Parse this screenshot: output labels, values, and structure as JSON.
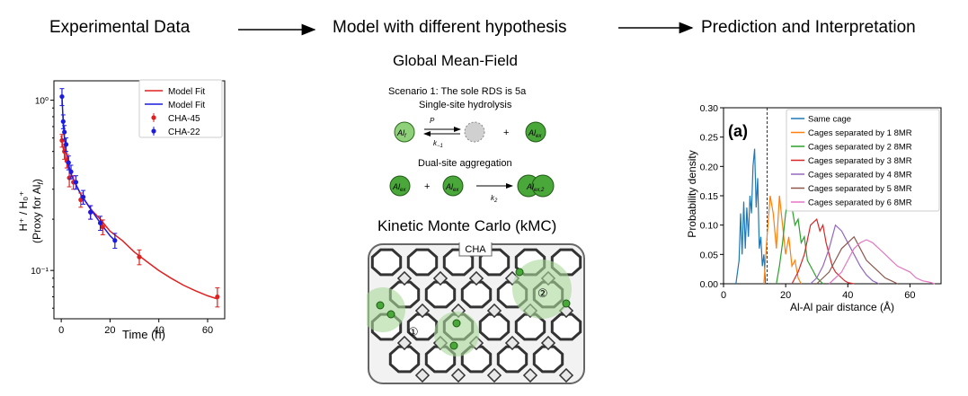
{
  "headings": {
    "experimental": "Experimental Data",
    "model": "Model with different hypothesis",
    "prediction": "Prediction and Interpretation"
  },
  "middle": {
    "mean_field_title": "Global Mean-Field",
    "scenario": "Scenario 1: The sole RDS is 5a",
    "single_site": "Single-site hydrolysis",
    "dual_site": "Dual-site aggregation",
    "kmc_title": "Kinetic Monte Carlo (kMC)",
    "cha_label": "CHA",
    "site1": "①",
    "site2": "②",
    "al_f": "Al",
    "al_f_sub": "f",
    "al_ex": "Al",
    "al_ex_sub": "ex",
    "al_ex2_sub": "ex,2",
    "plus": "+",
    "k1_label": "P",
    "k_minus1": "k",
    "k2": "k"
  },
  "chart_data": [
    {
      "type": "scatter",
      "title": "",
      "xlabel": "Time (h)",
      "ylabel": "H⁺ / H₀⁺",
      "ylabel2": "(Proxy for Al",
      "ylabel2_sub": "f",
      "ylabel2_end": ")",
      "yscale": "log",
      "xlim": [
        -3,
        67
      ],
      "ylim": [
        0.052,
        1.3
      ],
      "xticks": [
        0,
        20,
        40,
        60
      ],
      "yticks": [
        {
          "value": 1,
          "label": "10⁰"
        },
        {
          "value": 0.1,
          "label": "10⁻¹"
        }
      ],
      "legend_position": "top-right",
      "legend": [
        "Model Fit",
        "Model Fit",
        "CHA-45",
        "CHA-22"
      ],
      "colors": {
        "red": "#e02020",
        "blue": "#1a1ae0"
      },
      "series": [
        {
          "name": "Model Fit",
          "kind": "line",
          "color": "#e02020",
          "x": [
            0,
            1,
            2,
            3,
            4,
            6,
            8,
            12,
            16,
            20,
            25,
            30,
            35,
            40,
            45,
            50,
            55,
            60,
            64
          ],
          "y": [
            0.62,
            0.5,
            0.44,
            0.4,
            0.37,
            0.32,
            0.28,
            0.23,
            0.2,
            0.17,
            0.15,
            0.128,
            0.113,
            0.1,
            0.09,
            0.082,
            0.076,
            0.071,
            0.068
          ]
        },
        {
          "name": "Model Fit",
          "kind": "line",
          "color": "#1a1ae0",
          "x": [
            0.3,
            0.7,
            1.2,
            2,
            3,
            4,
            6,
            8,
            12,
            16,
            20,
            22
          ],
          "y": [
            1.05,
            0.8,
            0.62,
            0.5,
            0.42,
            0.37,
            0.32,
            0.28,
            0.23,
            0.19,
            0.16,
            0.15
          ]
        },
        {
          "name": "CHA-45",
          "kind": "points",
          "color": "#e02020",
          "x": [
            0.3,
            1.3,
            2.3,
            3.3,
            5,
            8,
            12,
            17,
            32,
            64
          ],
          "y": [
            0.58,
            0.5,
            0.44,
            0.35,
            0.33,
            0.26,
            0.22,
            0.18,
            0.12,
            0.07
          ],
          "err": [
            0.05,
            0.05,
            0.04,
            0.04,
            0.03,
            0.025,
            0.02,
            0.018,
            0.012,
            0.009
          ]
        },
        {
          "name": "CHA-22",
          "kind": "points",
          "color": "#1a1ae0",
          "x": [
            0.3,
            0.8,
            1.3,
            2,
            3,
            4,
            6,
            9,
            12,
            16,
            22
          ],
          "y": [
            1.05,
            0.75,
            0.65,
            0.55,
            0.43,
            0.38,
            0.33,
            0.27,
            0.22,
            0.19,
            0.15
          ],
          "err": [
            0.12,
            0.07,
            0.06,
            0.05,
            0.04,
            0.035,
            0.03,
            0.025,
            0.02,
            0.018,
            0.015
          ]
        }
      ]
    },
    {
      "type": "line",
      "title": "(a)",
      "xlabel": "Al-Al pair distance (Å)",
      "ylabel": "Probability density",
      "xlim": [
        0,
        70
      ],
      "ylim": [
        0,
        0.3
      ],
      "xticks": [
        0,
        20,
        40,
        60
      ],
      "yticks": [
        0,
        0.05,
        0.1,
        0.15,
        0.2,
        0.25,
        0.3
      ],
      "ytick_labels": [
        "0.00",
        "0.05",
        "0.10",
        "0.15",
        "0.20",
        "0.25",
        "0.30"
      ],
      "vline_x": 14,
      "legend_position": "top-right",
      "series": [
        {
          "name": "Same cage",
          "color": "#1f77b4",
          "x": [
            4,
            5,
            5.5,
            6,
            6.5,
            7,
            7.5,
            8,
            8.5,
            9,
            9.5,
            10,
            10.5,
            11,
            11.5,
            12,
            12.5,
            13,
            13.5
          ],
          "y": [
            0,
            0.04,
            0.12,
            0.05,
            0.14,
            0.06,
            0.13,
            0.08,
            0.15,
            0.12,
            0.2,
            0.23,
            0.13,
            0.18,
            0.06,
            0.08,
            0.03,
            0.05,
            0
          ]
        },
        {
          "name": "Cages separated by 1 8MR",
          "color": "#ff7f0e",
          "x": [
            13,
            14,
            15,
            16,
            17,
            18,
            19,
            20,
            21,
            22,
            23,
            24,
            25
          ],
          "y": [
            0,
            0.08,
            0.15,
            0.12,
            0.06,
            0.15,
            0.1,
            0.05,
            0.08,
            0.03,
            0.04,
            0.01,
            0
          ]
        },
        {
          "name": "Cages separated by 2 8MR",
          "color": "#2ca02c",
          "x": [
            17,
            18,
            19,
            20,
            21,
            22,
            23,
            24,
            25,
            26,
            27,
            28,
            29,
            30,
            31,
            32
          ],
          "y": [
            0,
            0.03,
            0.07,
            0.12,
            0.15,
            0.13,
            0.1,
            0.11,
            0.07,
            0.08,
            0.04,
            0.03,
            0.02,
            0.01,
            0.005,
            0
          ]
        },
        {
          "name": "Cages separated by 3 8MR",
          "color": "#d62728",
          "x": [
            22,
            24,
            26,
            28,
            30,
            31,
            32,
            33,
            34,
            35,
            36,
            37,
            38,
            39,
            40,
            42
          ],
          "y": [
            0,
            0.02,
            0.05,
            0.1,
            0.11,
            0.09,
            0.1,
            0.07,
            0.05,
            0.03,
            0.02,
            0.015,
            0.01,
            0.005,
            0.002,
            0
          ]
        },
        {
          "name": "Cages separated by 4 8MR",
          "color": "#9467bd",
          "x": [
            28,
            30,
            32,
            34,
            36,
            38,
            40,
            42,
            44,
            46,
            48,
            50
          ],
          "y": [
            0,
            0.01,
            0.03,
            0.06,
            0.1,
            0.09,
            0.07,
            0.05,
            0.03,
            0.015,
            0.005,
            0
          ]
        },
        {
          "name": "Cages separated by 5 8MR",
          "color": "#8c564b",
          "x": [
            30,
            32,
            34,
            36,
            38,
            40,
            42,
            44,
            46,
            48,
            50,
            52,
            54,
            56
          ],
          "y": [
            0,
            0.01,
            0.02,
            0.04,
            0.06,
            0.07,
            0.08,
            0.06,
            0.04,
            0.03,
            0.02,
            0.01,
            0.005,
            0
          ]
        },
        {
          "name": "Cages separated by 6 8MR",
          "color": "#e377c2",
          "x": [
            34,
            36,
            38,
            40,
            42,
            44,
            46,
            48,
            50,
            52,
            54,
            56,
            58,
            60,
            62,
            64,
            66,
            68
          ],
          "y": [
            0,
            0.01,
            0.02,
            0.04,
            0.06,
            0.07,
            0.075,
            0.07,
            0.06,
            0.05,
            0.04,
            0.03,
            0.025,
            0.02,
            0.01,
            0.005,
            0.003,
            0
          ]
        }
      ]
    }
  ]
}
